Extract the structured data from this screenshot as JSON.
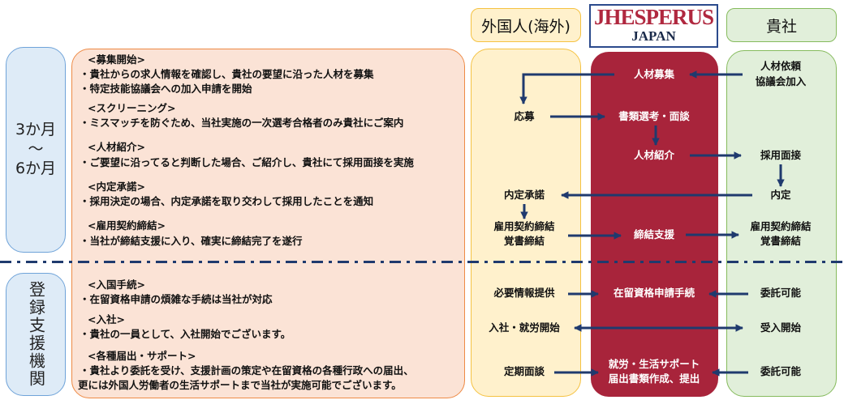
{
  "periods": {
    "first": {
      "line1": "3か月",
      "line2": "〜",
      "line3": "6か月"
    },
    "second": "登録支援機関"
  },
  "steps": [
    {
      "heading": "<募集開始>",
      "lines": [
        "・貴社からの求人情報を確認し、貴社の要望に沿った人材を募集",
        "・特定技能協議会への加入申請を開始"
      ]
    },
    {
      "heading": "<スクリーニング>",
      "lines": [
        "・ミスマッチを防ぐため、当社実施の一次選考合格者のみ貴社にご案内"
      ]
    },
    {
      "heading": "<人材紹介>",
      "lines": [
        "・ご要望に沿ってると判断した場合、ご紹介し、貴社にて採用面接を実施"
      ]
    },
    {
      "heading": "<内定承諾>",
      "lines": [
        "・採用決定の場合、内定承諾を取り交わして採用したことを通知"
      ]
    },
    {
      "heading": "<雇用契約締結>",
      "lines": [
        "・当社が締結支援に入り、確実に締結完了を遂行"
      ]
    },
    {
      "heading": "<入国手続>",
      "lines": [
        "・在留資格申請の煩雑な手続は当社が対応"
      ]
    },
    {
      "heading": "<入社>",
      "lines": [
        "・貴社の一員として、入社開始でございます。"
      ]
    },
    {
      "heading": "<各種届出・サポート>",
      "lines": [
        "・貴社より委託を受け、支援計画の策定や在留資格の各種行政への届出、",
        "更には外国人労働者の生活サポートまで当社が実施可能でございます。"
      ]
    }
  ],
  "columns": {
    "foreign": {
      "header": "外国人(海外)",
      "items": [
        "応募",
        "内定承諾",
        "雇用契約締結",
        "覚書締結",
        "必要情報提供",
        "入社・就労開始",
        "定期面談"
      ]
    },
    "logo": {
      "name": "JHESPERUS",
      "sub": "JAPAN"
    },
    "jhesperus": {
      "items": [
        "人材募集",
        "書類選考・面談",
        "人材紹介",
        "締結支援",
        "在留資格申請手続",
        "就労・生活サポート",
        "届出書類作成、提出"
      ]
    },
    "company": {
      "header": "貴社",
      "items": [
        "人材依頼",
        "協議会加入",
        "採用面接",
        "内定",
        "雇用契約締結",
        "覚書締結",
        "委託可能",
        "受入開始",
        "委託可能"
      ]
    }
  },
  "colors": {
    "arrow": "#1f3a6e",
    "red": "#a8243b",
    "logo": "#b0283f"
  }
}
